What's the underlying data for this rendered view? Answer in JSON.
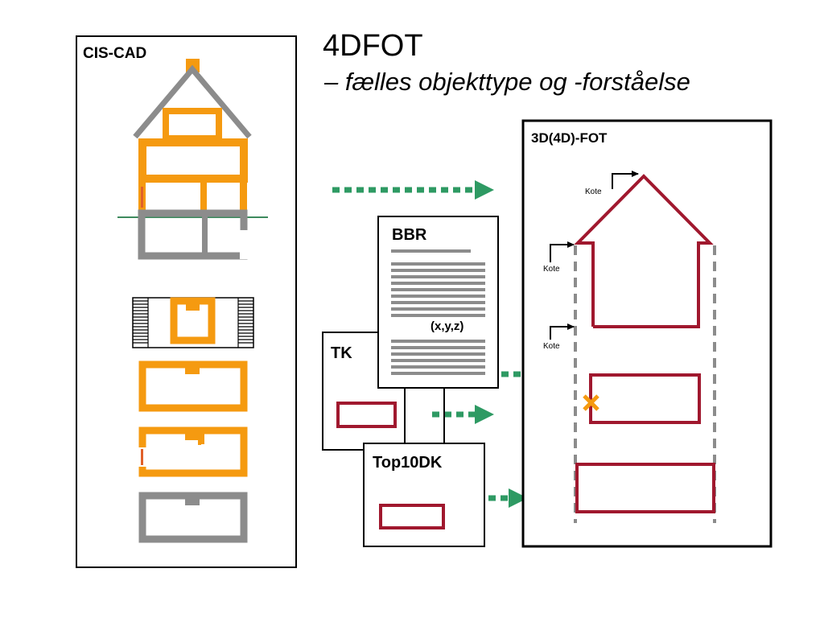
{
  "title": "4DFOT",
  "subtitle": "– fælles objekttype og -forståelse",
  "panels": {
    "cis_cad": {
      "label": "CIS-CAD"
    },
    "fot3d": {
      "label": "3D(4D)-FOT"
    },
    "bbr": {
      "label": "BBR",
      "coords": "(x,y,z)"
    },
    "tk": {
      "label": "TK"
    },
    "top10dk": {
      "label": "Top10DK"
    }
  },
  "kote_labels": [
    "Kote",
    "Kote",
    "Kote"
  ],
  "colors": {
    "orange": "#f59a10",
    "gray": "#8c8c8c",
    "dark_red": "#a0182e",
    "green": "#2e9a63",
    "ground_line": "#3d8a5e"
  },
  "icons": [
    "arrow-icon",
    "cross-marker-icon"
  ]
}
